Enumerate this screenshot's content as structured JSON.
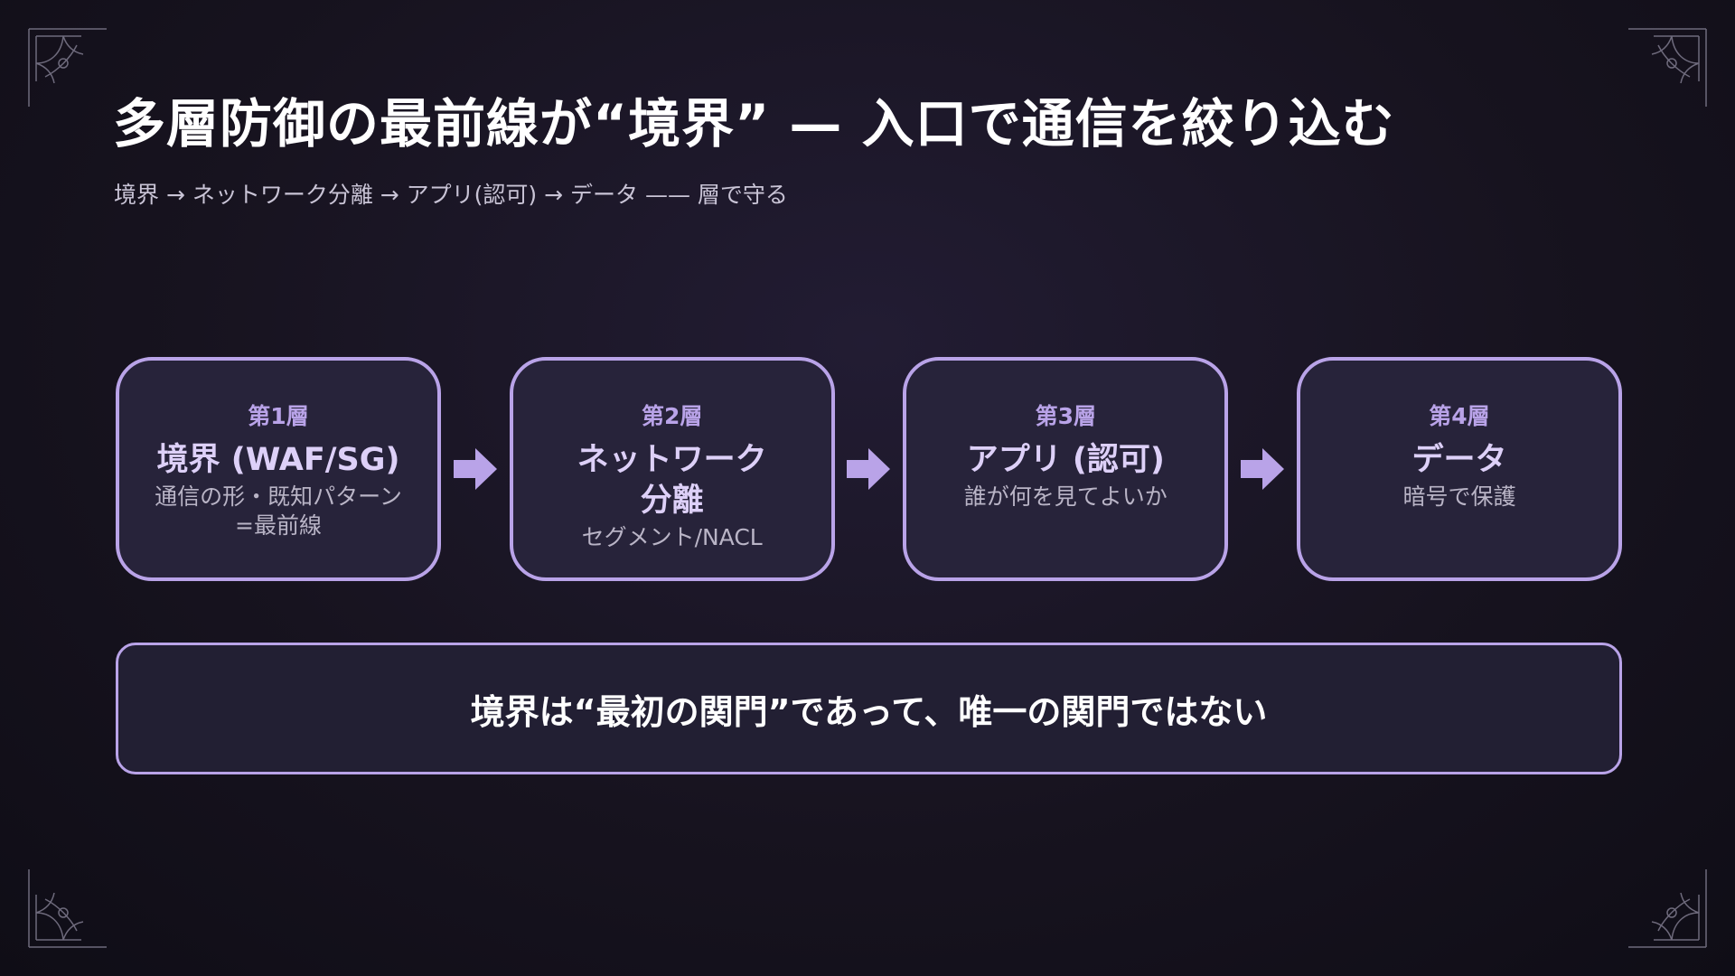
{
  "slide": {
    "title": "多層防御の最前線が“境界” — 入口で通信を絞り込む",
    "subtitle": "境界 → ネットワーク分離 → アプリ(認可) → データ —— 層で守る"
  },
  "layers": [
    {
      "num": "第1層",
      "name": "境界 (WAF/SG)",
      "desc": "通信の形・既知パターン=最前線"
    },
    {
      "num": "第2層",
      "name": "ネットワーク分離",
      "desc": "セグメント/NACL"
    },
    {
      "num": "第3層",
      "name": "アプリ (認可)",
      "desc": "誰が何を見てよいか"
    },
    {
      "num": "第4層",
      "name": "データ",
      "desc": "暗号で保護"
    }
  ],
  "callout": {
    "text": "境界は“最初の関門”であって、唯一の関門ではない"
  },
  "colors": {
    "accent": "#b9a3e8",
    "box_fill": "#27233a",
    "background": "#17131f"
  },
  "icons": {
    "flow_arrow": "arrow-right-icon",
    "corner_ornament": "corner-flourish-icon"
  }
}
